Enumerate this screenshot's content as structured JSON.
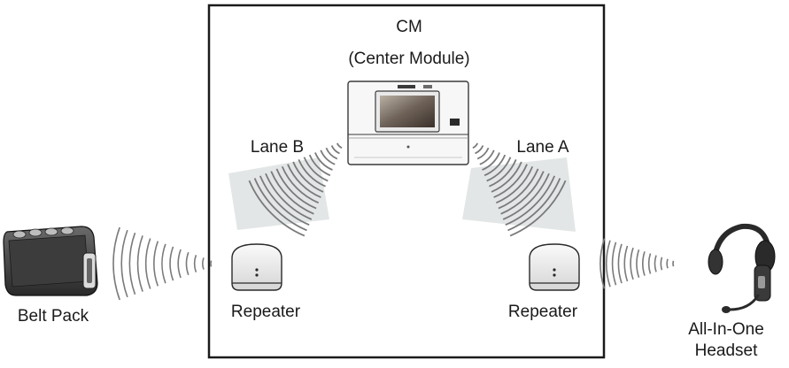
{
  "diagram": {
    "center_module": {
      "title": "CM",
      "subtitle": "(Center Module)"
    },
    "lanes": {
      "lane_b": "Lane B",
      "lane_a": "Lane A"
    },
    "devices": {
      "belt_pack": "Belt Pack",
      "repeater_left": "Repeater",
      "repeater_right": "Repeater",
      "headset_line1": "All-In-One",
      "headset_line2": "Headset"
    }
  }
}
